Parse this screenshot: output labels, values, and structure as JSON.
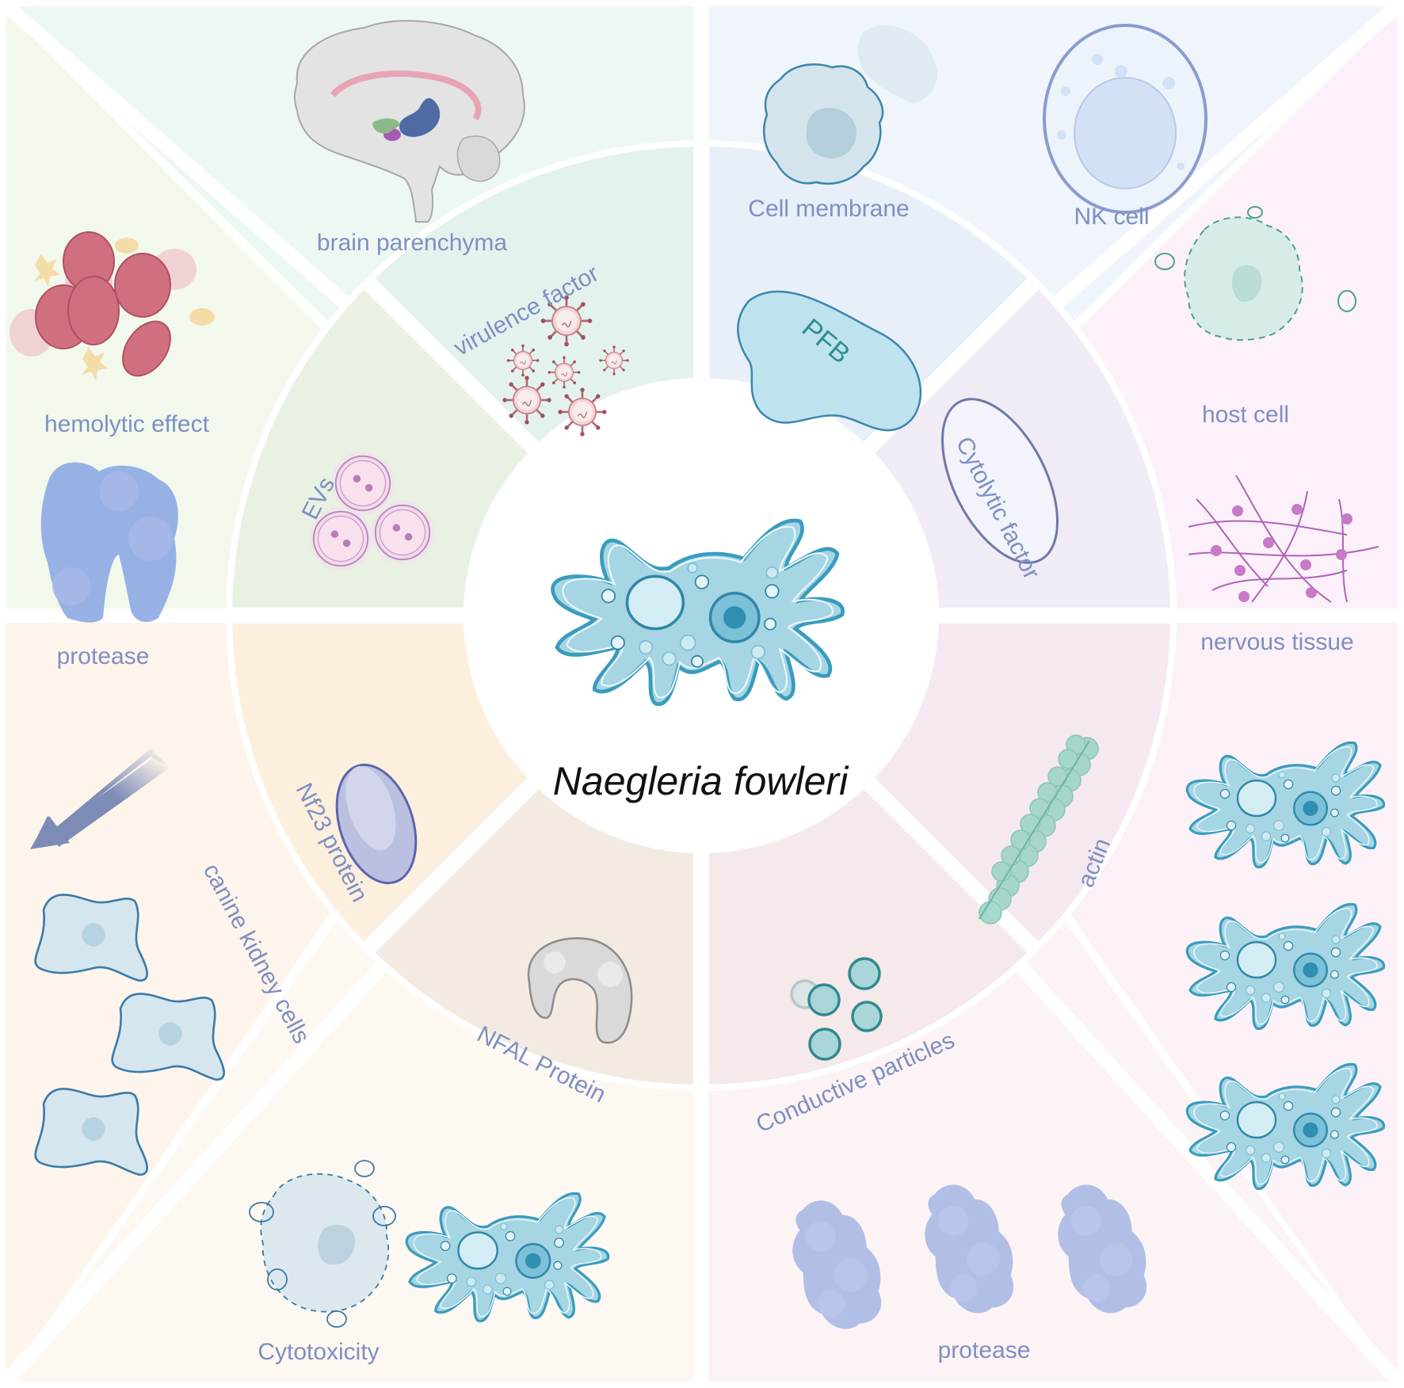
{
  "title": "Naegleria fowleri",
  "colors": {
    "label": "#7e8fc3",
    "amoeba_fill": "#a6d5e4",
    "amoeba_stroke": "#3a9cbd",
    "gap": "#ffffff"
  },
  "outer_sectors": [
    {
      "id": "top-left-upper",
      "labels": [
        "brain parenchyma"
      ],
      "icons": [
        "brain-icon"
      ],
      "bg": "#eef8f2"
    },
    {
      "id": "top-left-lower",
      "labels": [
        "hemolytic effect",
        "protease"
      ],
      "icons": [
        "red-blood-cells-icon",
        "protease-icon"
      ],
      "bg": "#f2f9ec"
    },
    {
      "id": "top-right-upper",
      "labels": [
        "Cell membrane",
        "NK cell"
      ],
      "icons": [
        "damaged-cell-icon",
        "nk-cell-icon"
      ],
      "bg": "#f0f5fc"
    },
    {
      "id": "top-right-lower",
      "labels": [
        "host cell",
        "nervous tissue"
      ],
      "icons": [
        "lysed-host-cell-icon",
        "neuron-network-icon"
      ],
      "bg": "#fcf1fa"
    },
    {
      "id": "bottom-left-upper",
      "labels": [
        "canine kidney cells"
      ],
      "icons": [
        "arrow-icon",
        "kidney-cell-icon"
      ],
      "bg": "#fdf5ec"
    },
    {
      "id": "bottom-left-lower",
      "labels": [
        "Cytotoxicity"
      ],
      "icons": [
        "lysed-cell-icon",
        "amoeba-icon"
      ],
      "bg": "#fdf8f1"
    },
    {
      "id": "bottom-right-upper",
      "labels": [],
      "icons": [
        "amoeba-icon",
        "amoeba-icon",
        "amoeba-icon"
      ],
      "bg": "#fcf1f7"
    },
    {
      "id": "bottom-right-lower",
      "labels": [
        "protease"
      ],
      "icons": [
        "protease-icon",
        "protease-icon",
        "protease-icon"
      ],
      "bg": "#fcf3f4"
    }
  ],
  "inner_ring": [
    {
      "id": "virulence",
      "label": "virulence factor",
      "icon": "virus-icon",
      "bg": "#e4f2ee"
    },
    {
      "id": "pfb",
      "label": "PFB",
      "icon": "pfb-blob-icon",
      "bg": "#e8eff8"
    },
    {
      "id": "cytolytic",
      "label": "Cytolytic factor",
      "icon": "ellipse-icon",
      "bg": "#f0ebf5"
    },
    {
      "id": "actin",
      "label": "actin",
      "icon": "actin-filament-icon",
      "bg": "#f6e8f1"
    },
    {
      "id": "conductive",
      "label": "Conductive particles",
      "icon": "particles-icon",
      "bg": "#f5e9e9"
    },
    {
      "id": "nfal",
      "label": "NFAL Protein",
      "icon": "nfal-protein-icon",
      "bg": "#f3ebe2"
    },
    {
      "id": "nf23",
      "label": "Nf23 protein",
      "icon": "nf23-protein-icon",
      "bg": "#fcefdd"
    },
    {
      "id": "evs",
      "label": "EVs",
      "icon": "vesicles-icon",
      "bg": "#e8f1e2"
    }
  ]
}
